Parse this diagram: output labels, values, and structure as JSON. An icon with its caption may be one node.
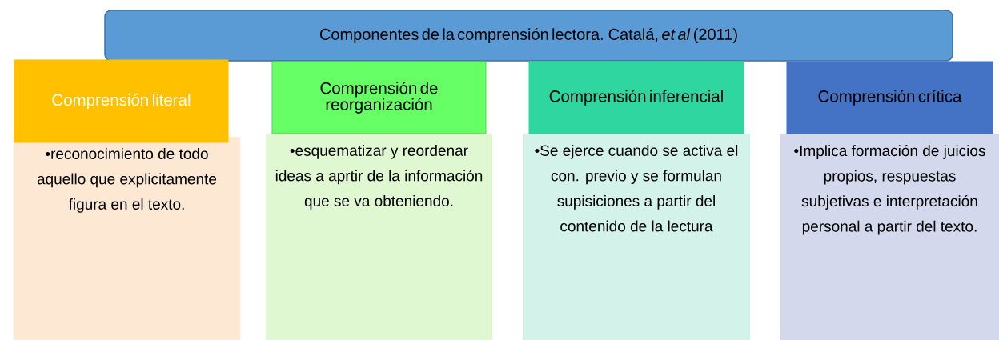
{
  "diagram": {
    "nodes": [
      {
        "text": [
          "Componentes de la comprensión lectora. Catalá, *et al* (2011)"
        ]
      },
      {
        "text": [
          "Comprensión literal"
        ]
      },
      {
        "text": [
          "•reconocimiento de todo aquello que explicitamente figura en el texto."
        ]
      },
      {
        "text": [
          "Comprensión de reorganización"
        ]
      },
      {
        "text": [
          "•esquematizar y reordenar ideas a aprtir de la información que se va obteniendo."
        ]
      },
      {
        "text": [
          "Comprensión inferencial"
        ]
      },
      {
        "text": [
          "•Se ejerce cuando se activa el con. previo y se formulan supisiciones a partir del contenido de la lectura"
        ]
      },
      {
        "text": [
          "Comprensión crítica"
        ]
      },
      {
        "text": [
          "•Implica formación de juicios propios, respuestas subjetivas e interpretación personal a partir del texto."
        ]
      }
    ]
  }
}
